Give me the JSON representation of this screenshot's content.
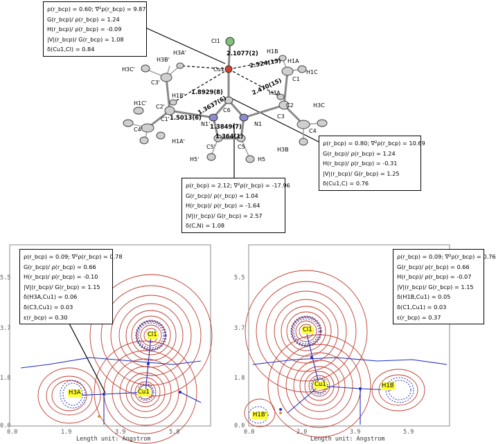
{
  "molecule": {
    "atom_labels": {
      "cl1": "Cl1",
      "cu1": "Cu1",
      "c6": "C6",
      "n1": "N1",
      "n1p": "N1'",
      "c5": "C5",
      "c5p": "C5'",
      "h5": "H5",
      "h5p": "H5'",
      "c1": "C1",
      "c1p": "C1'",
      "c2": "C2",
      "c2p": "C2'",
      "c3": "C3",
      "c3p": "C3'",
      "c4": "C4",
      "c4p": "C4'",
      "h1a": "H1A",
      "h1b": "H1B",
      "h1c": "H1C",
      "h1ap": "H1A'",
      "h1bp": "H1B'",
      "h1cp": "H1C'",
      "h3a": "H3A",
      "h3b": "H3B",
      "h3c": "H3C",
      "h3ap": "H3A'",
      "h3bp": "H3B'",
      "h3cp": "H3C'"
    },
    "bond_lengths": {
      "cu_cl": "2.1077(2)",
      "cu_h1b": "2.524(15)",
      "cu_h3a": "2.470(15)",
      "cu_c6": "1.8929(8)",
      "c6_n1p": "1.3637(6)",
      "n1p_c2p": "1.5013(6)",
      "n1p_c5p": "1.3849(7)",
      "c5_c5p": "1.364(1)"
    }
  },
  "info_boxes": {
    "cu_cl": [
      "ρ(r_bcp) = 0.60; ∇²ρ(r_bcp) = 9.87",
      "G(r_bcp)/ ρ(r_bcp) = 1.24",
      "H(r_bcp)/ ρ(r_bcp) = -0.09",
      "|V|(r_bcp)/ G(r_bcp) = 1.08",
      "δ(Cu1,Cl) = 0.84"
    ],
    "cu_c": [
      "ρ(r_bcp) = 0.80; ∇²ρ(r_bcp) = 10.69",
      "G(r_bcp)/ ρ(r_bcp) = 1.24",
      "H(r_bcp)/ ρ(r_bcp) = -0.31",
      "|V|(r_bcp)/ G(r_bcp) = 1.25",
      "δ(Cu1,C) = 0.76"
    ],
    "c_n": [
      "ρ(r_bcp) = 2.12; ∇²ρ(r_bcp) = -17.96",
      "G(r_bcp)/ ρ(r_bcp) = 1.04",
      "H(r_bcp)/ ρ(r_bcp) = -1.64",
      "|V|(r_bcp)/ G(r_bcp) = 2.57",
      "δ(C,N) = 1.08"
    ],
    "h3a_cu": [
      "ρ(r_bcp) = 0.09; ∇²ρ(r_bcp) = 0.78",
      "G(r_bcp)/ ρ(r_bcp) = 0.66",
      "H(r_bcp)/ ρ(r_bcp) = -0.10",
      "|V|(r_bcp)/ G(r_bcp) = 1.15",
      "δ(H3A,Cu1) = 0.06",
      "δ(C3,Cu1) = 0.03",
      "ε(r_bcp) = 0.30"
    ],
    "h1b_cu": [
      "ρ(r_bcp) = 0.09; ∇²ρ(r_bcp) = 0.76",
      "G(r_bcp)/ ρ(r_bcp) = 0.66",
      "H(r_bcp)/ ρ(r_bcp) = -0.07",
      "|V|(r_bcp)/ G(r_bcp) = 1.15",
      "δ(H1B,Cu1) = 0.05",
      "δ(C1,Cu1) = 0.03",
      "ε(r_bcp) = 0.37"
    ]
  },
  "contour_plots": [
    {
      "x_ticks": [
        "0.0",
        "1.9",
        "3.9",
        "5.8"
      ],
      "y_ticks": [
        "0.0",
        "1.8",
        "3.7",
        "5.5"
      ],
      "unit_label": "Length unit: Angstrom",
      "atom_tags": [
        "Cl1",
        "Cu1",
        "H3A"
      ]
    },
    {
      "x_ticks": [
        "0.0",
        "2.0",
        "3.9",
        "5.9"
      ],
      "y_ticks": [
        "0.0",
        "1.8",
        "3.7",
        "5.5"
      ],
      "unit_label": "Length unit: Angstrom",
      "atom_tags": [
        "Cl1",
        "Cu1",
        "H1B",
        "H1B'"
      ]
    }
  ],
  "colors": {
    "contour_positive": "#c0392b",
    "contour_negative": "#1f2ea8",
    "bond_path": "#1a2cc0",
    "cl_atom": "#7ec07e",
    "cu_atom": "#d04030",
    "n_atom": "#8c8cd0",
    "tag_bg": "#ffff33"
  }
}
